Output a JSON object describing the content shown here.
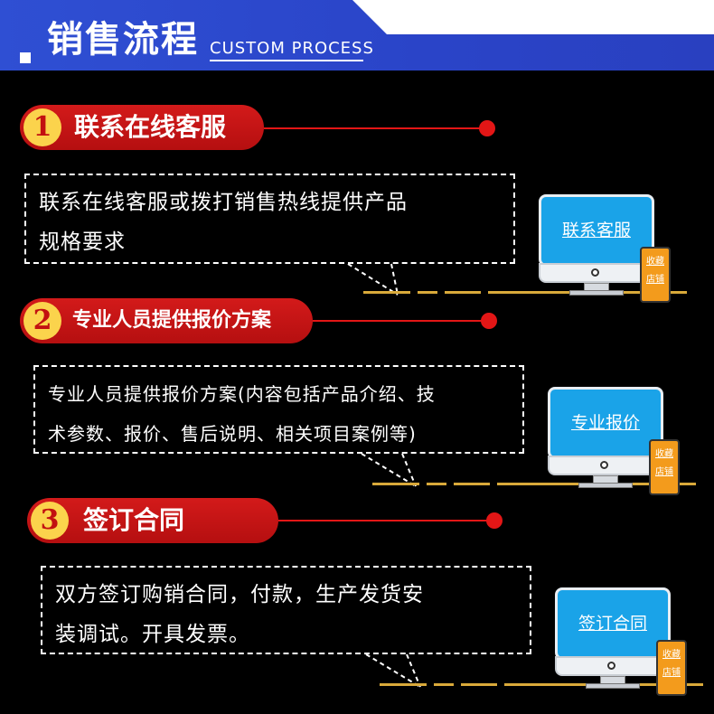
{
  "header": {
    "title": "销售流程",
    "subtitle": "CUSTOM PROCESS"
  },
  "steps": [
    {
      "number": "1",
      "label": "联系在线客服",
      "description_line1": "联系在线客服或拨打销售热线提供产品",
      "description_line2": "规格要求",
      "screen_label": "联系客服",
      "phone_line1": "收藏",
      "phone_line2": "店铺"
    },
    {
      "number": "2",
      "label": "专业人员提供报价方案",
      "description_line1": "专业人员提供报价方案(内容包括产品介绍、技",
      "description_line2": "术参数、报价、售后说明、相关项目案例等)",
      "screen_label": "专业报价",
      "phone_line1": "收藏",
      "phone_line2": "店铺"
    },
    {
      "number": "3",
      "label": "签订合同",
      "description_line1": "双方签订购销合同，付款，生产发货安",
      "description_line2": "装调试。开具发票。",
      "screen_label": "签订合同",
      "phone_line1": "收藏",
      "phone_line2": "店铺"
    }
  ],
  "colors": {
    "header_blue": "#2a44c8",
    "pill_red": "#c21010",
    "number_yellow": "#fbd34c",
    "screen_blue": "#1aa3e8",
    "phone_orange": "#f39b1c"
  }
}
